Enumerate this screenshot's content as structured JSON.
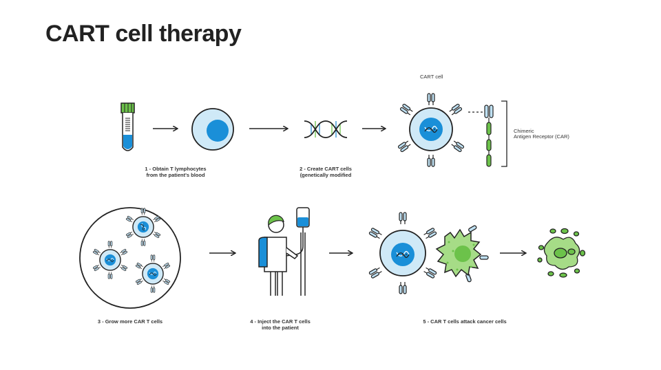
{
  "title": "CART cell therapy",
  "steps": {
    "s1": {
      "line1": "1 - Obtain T lymphocytes",
      "line2": "from the patient's blood"
    },
    "s2": {
      "line1": "2 - Create CART cells",
      "line2": "(genetically modified"
    },
    "s3": {
      "line1": "3 - Grow more CAR T cells"
    },
    "s4": {
      "line1": "4 - Inject the CAR T cells",
      "line2": "into the patient"
    },
    "s5": {
      "line1": "5 - CAR T cells attack cancer cells"
    }
  },
  "labels": {
    "cart_cell": "CART cell",
    "receptor_line1": "Chimeric",
    "receptor_line2": "Antigen Receptor (CAR)"
  },
  "colors": {
    "outline": "#222222",
    "cell_fill": "#cfe9f7",
    "nucleus": "#1a8fd8",
    "receptor_fill": "#bfe0f2",
    "green": "#6cc24a",
    "green_light": "#a6dc87",
    "dna_blue": "#2a8fd0",
    "dna_green": "#6cc24a"
  },
  "icons": [
    "blood-tube-icon",
    "t-cell-icon",
    "dna-icon",
    "cart-cell-icon",
    "receptor-icon",
    "cell-culture-icon",
    "patient-iv-icon",
    "cancer-cell-icon",
    "dead-cancer-cell-icon",
    "arrow-icon"
  ]
}
